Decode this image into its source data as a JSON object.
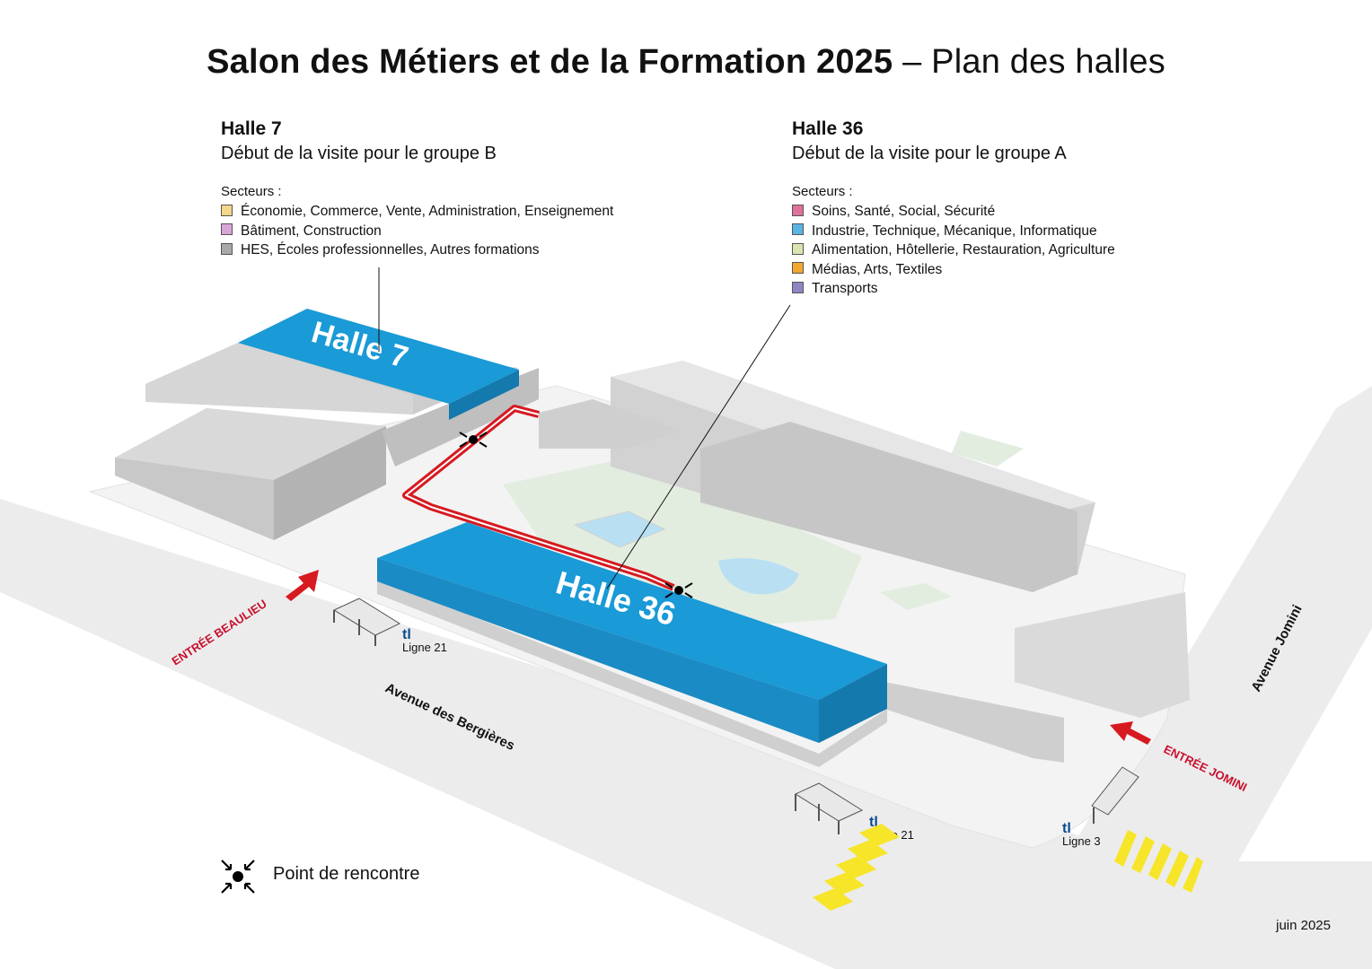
{
  "title": {
    "bold": "Salon des Métiers et de la Formation 2025",
    "rest": " – Plan des halles"
  },
  "halle7": {
    "name": "Halle 7",
    "subtitle": "Début de la visite pour le groupe B",
    "sectors_title": "Secteurs :",
    "sectors": [
      {
        "label": "Économie, Commerce, Vente, Administration, Enseignement",
        "color": "#f3d68a"
      },
      {
        "label": "Bâtiment, Construction",
        "color": "#d9a6d6"
      },
      {
        "label": "HES, Écoles professionnelles, Autres formations",
        "color": "#a9a9a9"
      }
    ]
  },
  "halle36": {
    "name": "Halle 36",
    "subtitle": "Début de la visite pour le groupe A",
    "sectors_title": "Secteurs :",
    "sectors": [
      {
        "label": "Soins, Santé, Social, Sécurité",
        "color": "#e0709c"
      },
      {
        "label": "Industrie, Technique, Mécanique, Informatique",
        "color": "#5ab4e5"
      },
      {
        "label": "Alimentation, Hôtellerie, Restauration, Agriculture",
        "color": "#d8e5b0"
      },
      {
        "label": "Médias, Arts, Textiles",
        "color": "#f0a830"
      },
      {
        "label": "Transports",
        "color": "#8c87c4"
      }
    ]
  },
  "map_labels": {
    "halle7": "Halle 7",
    "halle36": "Halle 36",
    "entree_beaulieu": "ENTRÉE BEAULIEU",
    "entree_jomini": "ENTRÉE JOMINI",
    "avenue_bergieres": "Avenue des Bergières",
    "avenue_jomini": "Avenue Jomini"
  },
  "bus_stops": [
    {
      "brand": "tl",
      "line": "Ligne 21"
    },
    {
      "brand": "tl",
      "line": "Ligne 21"
    },
    {
      "brand": "tl",
      "line": "Ligne 3"
    }
  ],
  "legend": {
    "meeting_point": "Point de rencontre",
    "meeting_icon": "meeting-point-icon"
  },
  "date": "juin 2025",
  "colors": {
    "hall_blue": "#1a9ad6",
    "hall_blue_dark": "#1479ad",
    "route_red": "#d71920",
    "label_red": "#c8102e",
    "tl_blue": "#0a4a8f",
    "road": "#e9e9e9",
    "building": "#c9c9c9",
    "crosswalk": "#f7e52a"
  }
}
